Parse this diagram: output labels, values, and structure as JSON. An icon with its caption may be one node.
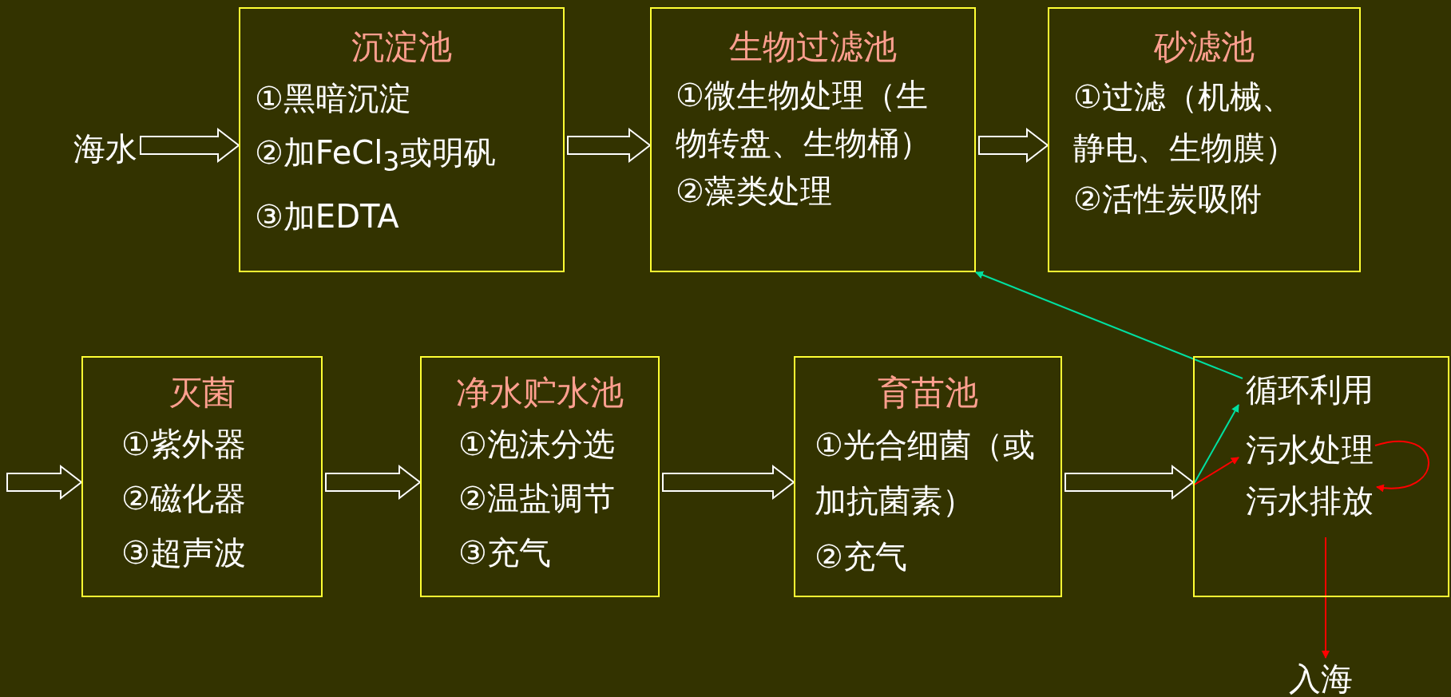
{
  "diagram": {
    "nodes": [
      {
        "text": [
          "海水"
        ]
      },
      {
        "text": [
          "沉淀池",
          "①黑暗沉淀",
          "②加FeCl$_{3}$或明矾",
          "③加EDTA"
        ]
      },
      {
        "text": [
          "生物过滤池",
          "①微生物处理（生物转盘、生物桶）",
          "②藻类处理"
        ]
      },
      {
        "text": [
          "砂滤池",
          "①过滤（机械、静电、生物膜）",
          "②活性炭吸附"
        ]
      },
      {
        "text": [
          "灭菌",
          "①紫外器",
          "②磁化器",
          "③超声波"
        ]
      },
      {
        "text": [
          "净水贮水池",
          "①泡沫分选",
          "②温盐调节",
          "③充气"
        ]
      },
      {
        "text": [
          "育苗池",
          "①光合细菌（或加抗菌素）",
          "②充气"
        ]
      },
      {
        "text": [],
        "shape": "box"
      },
      {
        "text": [
          "循环利用"
        ],
        "in": 7
      },
      {
        "text": [
          "污水处理"
        ],
        "in": 7
      },
      {
        "text": [
          "污水排放"
        ],
        "in": 7
      },
      {
        "text": [
          "入海"
        ]
      }
    ],
    "edges": [
      {
        "from": 0,
        "to": 1,
        "arrow": "to"
      },
      {
        "from": 1,
        "to": 2,
        "arrow": "to"
      },
      {
        "from": 2,
        "to": 3,
        "arrow": "to"
      },
      {
        "from": null,
        "to": 4,
        "arrow": "to"
      },
      {
        "from": 4,
        "to": 5,
        "arrow": "to"
      },
      {
        "from": 5,
        "to": 6,
        "arrow": "to"
      },
      {
        "from": 6,
        "to": 7,
        "arrow": "to"
      },
      {
        "from": 7,
        "to": 8,
        "arrow": "to",
        "color": "#00e0a0"
      },
      {
        "from": 7,
        "to": 9,
        "arrow": "to",
        "color": "#ff0000"
      },
      {
        "from": 8,
        "to": 2,
        "arrow": "to",
        "color": "#00e0a0"
      },
      {
        "from": 9,
        "to": 10,
        "arrow": "to",
        "color": "#ff0000"
      },
      {
        "from": 10,
        "to": 11,
        "arrow": "to",
        "color": "#ff0000"
      }
    ]
  }
}
